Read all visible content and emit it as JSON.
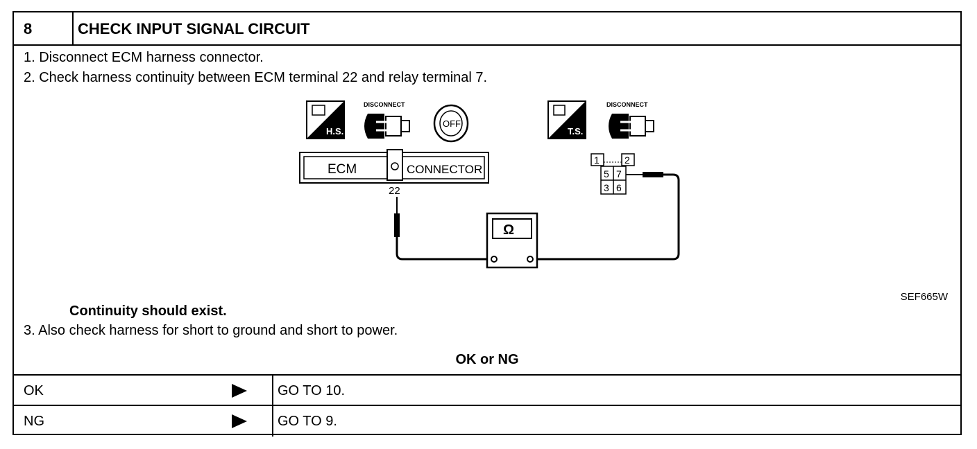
{
  "header": {
    "step_number": "8",
    "title": "CHECK INPUT SIGNAL CIRCUIT"
  },
  "steps": [
    "1. Disconnect ECM harness connector.",
    "2. Check harness continuity between ECM terminal 22 and relay terminal 7."
  ],
  "figure": {
    "left_icons": {
      "hs_icon_text": "H.S.",
      "disconnect_text": "DISCONNECT",
      "key_text": "OFF"
    },
    "right_icons": {
      "ts_icon_text": "T.S.",
      "disconnect_text": "DISCONNECT"
    },
    "ecm_label": "ECM",
    "connector_label": "CONNECTOR",
    "ecm_terminal": "22",
    "relay_terminals": [
      "1",
      "2",
      "5",
      "7",
      "3",
      "6"
    ],
    "meter_symbol": "Ω",
    "figure_id": "SEF665W"
  },
  "condition": "Continuity should exist.",
  "step3": "3. Also check harness for short to ground and short to power.",
  "result_header": "OK or NG",
  "results": [
    {
      "label": "OK",
      "action": "GO TO 10."
    },
    {
      "label": "NG",
      "action": "GO TO 9."
    }
  ]
}
